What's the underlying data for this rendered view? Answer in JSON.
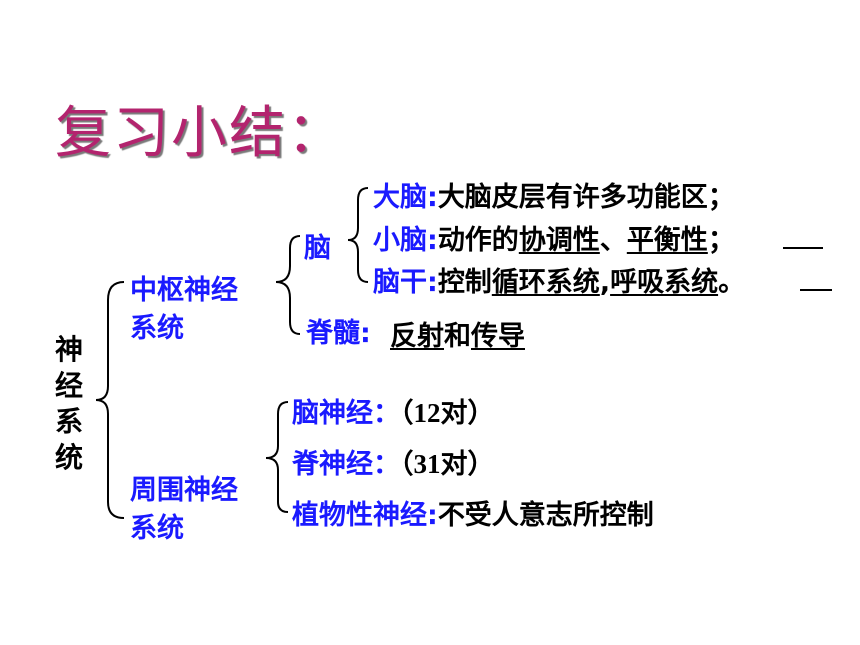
{
  "title": "复习小结：",
  "root": "神经系统",
  "central": {
    "label_line1": "中枢神经",
    "label_line2": "系统",
    "brain": {
      "label": "脑",
      "parts": [
        {
          "name": "大脑",
          "sep": ":",
          "desc": "大脑皮层有许多功能区；"
        },
        {
          "name": "小脑",
          "sep": ":",
          "desc_a": "动作的",
          "desc_b": "协调性",
          "desc_c": "、",
          "desc_d": "平衡性",
          "desc_e": "；"
        },
        {
          "name": "脑干",
          "sep": ":",
          "desc_a": "控制",
          "desc_b": "循环系统",
          "desc_c": ",",
          "desc_d": "呼吸系统",
          "desc_e": "。"
        }
      ]
    },
    "spinal": {
      "label": "脊髓",
      "sep": ":",
      "desc_a": "反射",
      "desc_b": "和",
      "desc_c": "传导"
    }
  },
  "peripheral": {
    "label_line1": "周围神经",
    "label_line2": "系统",
    "items": [
      {
        "name": "脑神经",
        "sep": "：",
        "desc": "（12对）"
      },
      {
        "name": "脊神经",
        "sep": "：",
        "desc": "（31对）"
      },
      {
        "name": "植物性神经",
        "sep": ":",
        "desc": "不受人意志所控制"
      }
    ]
  },
  "colors": {
    "title": "#b3246e",
    "label": "#1a1aff",
    "text": "#000000"
  }
}
